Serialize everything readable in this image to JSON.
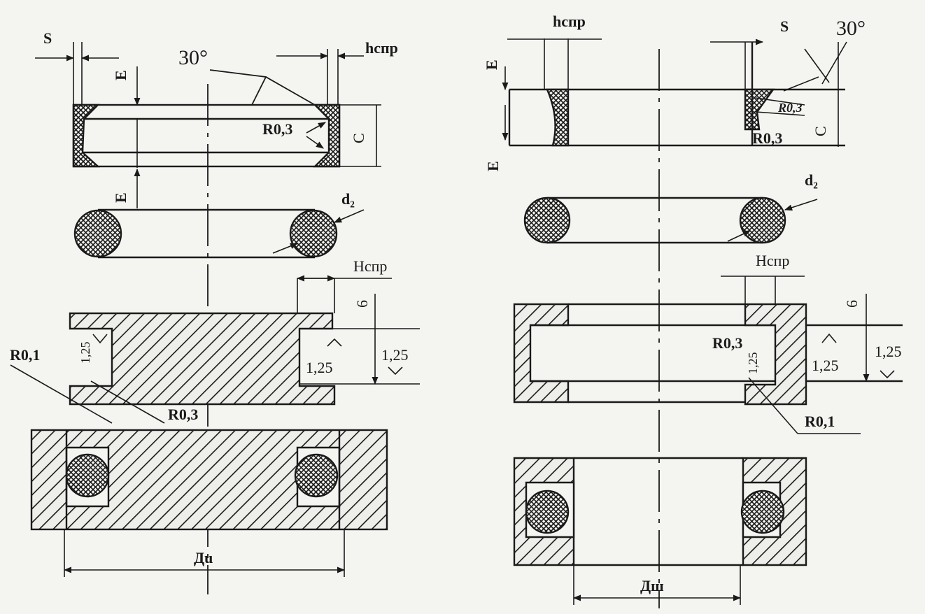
{
  "left": {
    "s": "S",
    "angle": "30°",
    "h_spr": "hспр",
    "e_top": "E",
    "e_bottom": "E",
    "r_top": "R0,3",
    "c": "C",
    "d2": "d₂",
    "h_big": "Hспр",
    "b": "6",
    "v_125": "1,25",
    "h_125": "1,25",
    "r_small": "R0,1",
    "r_bottom": "R0,3",
    "dim_125": "1,25",
    "du": "Дu"
  },
  "right": {
    "h_spr": "hспр",
    "s": "S",
    "angle": "30°",
    "e_top": "E",
    "e_bottom": "E",
    "r_italic": "R0,3",
    "r_plain": "R0,3",
    "c": "C",
    "d2": "d₂",
    "h_big": "Hспр",
    "b": "6",
    "r_mid": "R0,3",
    "v_125": "1,25",
    "h_125": "1,25",
    "dim_125": "1,25",
    "r_small": "R0,1",
    "dsh": "Дш"
  }
}
